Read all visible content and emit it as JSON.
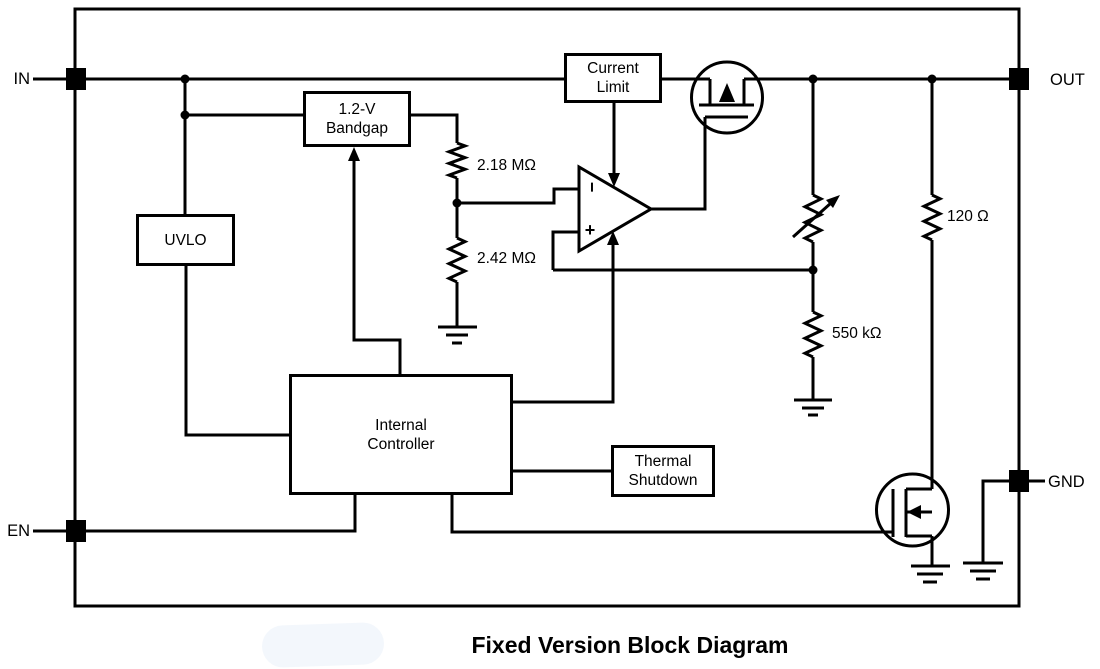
{
  "diagram": {
    "title": "Fixed Version Block Diagram",
    "pins": {
      "in": "IN",
      "en": "EN",
      "out": "OUT",
      "gnd": "GND"
    },
    "blocks": {
      "bandgap": {
        "line1": "1.2-V",
        "line2": "Bandgap"
      },
      "uvlo": {
        "label": "UVLO"
      },
      "current_limit": {
        "line1": "Current",
        "line2": "Limit"
      },
      "internal_controller": {
        "line1": "Internal",
        "line2": "Controller"
      },
      "thermal_shutdown": {
        "line1": "Thermal",
        "line2": "Shutdown"
      }
    },
    "resistors": {
      "divider_top": "2.18 MΩ",
      "divider_bottom": "2.42 MΩ",
      "pulldown": "550 kΩ",
      "output": "120 Ω"
    },
    "error_amp": {
      "inverting": "−",
      "noninverting": "+"
    },
    "colors": {
      "line": "#000000",
      "background": "#ffffff"
    }
  }
}
